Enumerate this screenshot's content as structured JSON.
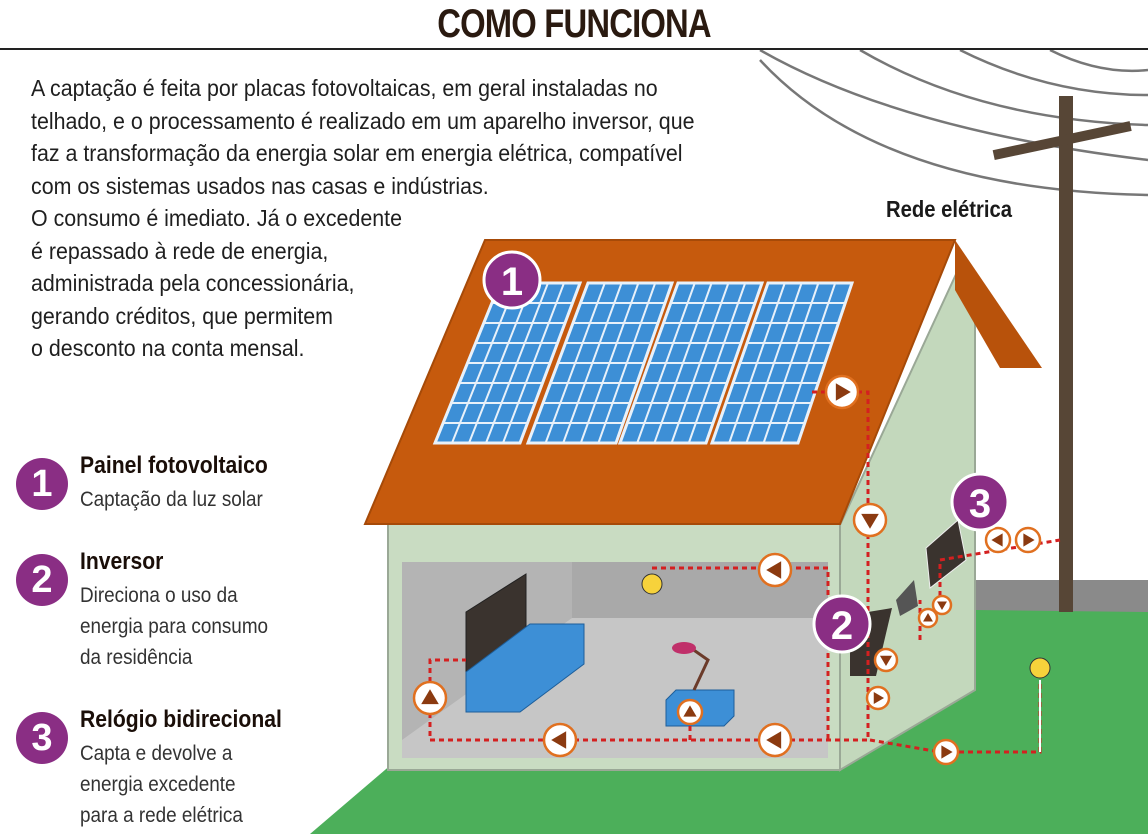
{
  "title": "COMO FUNCIONA",
  "intro_lines": [
    "A captação é feita por placas fotovoltaicas, em geral instaladas no",
    "telhado, e o processamento é realizado em um aparelho inversor, que",
    "faz a transformação da energia solar em energia elétrica, compatível",
    "com os sistemas usados nas casas e indústrias.",
    "O consumo é imediato. Já o excedente",
    "é repassado à rede de energia,",
    "administrada pela concessionária,",
    "gerando créditos, que permitem",
    "o desconto na conta mensal."
  ],
  "grid_label": "Rede elétrica",
  "legend": [
    {
      "number": "1",
      "title": "Painel fotovoltaico",
      "lines": [
        "Captação da luz solar"
      ]
    },
    {
      "number": "2",
      "title": "Inversor",
      "lines": [
        "Direciona o uso da",
        "energia para consumo",
        "da residência"
      ]
    },
    {
      "number": "3",
      "title": "Relógio bidirecional",
      "lines": [
        "Capta e devolve a",
        "energia excedente",
        "para a rede elétrica"
      ]
    }
  ],
  "colors": {
    "accent": "#8a2e84",
    "roof": "#c65a0d",
    "wall": "#c9dcc2",
    "ground": "#4caf5a",
    "panel": "#3d8fd6",
    "flow": "#d42020"
  }
}
